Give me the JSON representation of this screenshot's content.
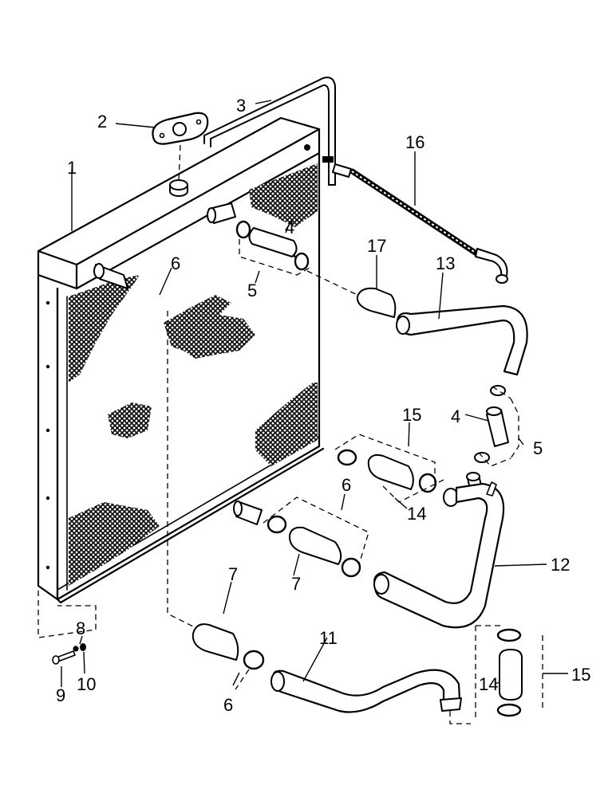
{
  "callouts": [
    "1",
    "2",
    "3",
    "4",
    "5",
    "6",
    "7",
    "8",
    "9",
    "10",
    "11",
    "12",
    "13",
    "14",
    "15",
    "16",
    "17"
  ],
  "labels": {
    "l1": "1",
    "l2": "2",
    "l3": "3",
    "l4a": "4",
    "l5a": "5",
    "l6a": "6",
    "l16": "16",
    "l17": "17",
    "l13": "13",
    "l4b": "4",
    "l5b": "5",
    "l15a": "15",
    "l14a": "14",
    "l6b": "6",
    "l7a": "7",
    "l12": "12",
    "l7b": "7",
    "l8": "8",
    "l9": "9",
    "l10": "10",
    "l11": "11",
    "l6c": "6",
    "l14b": "14",
    "l15b": "15"
  }
}
